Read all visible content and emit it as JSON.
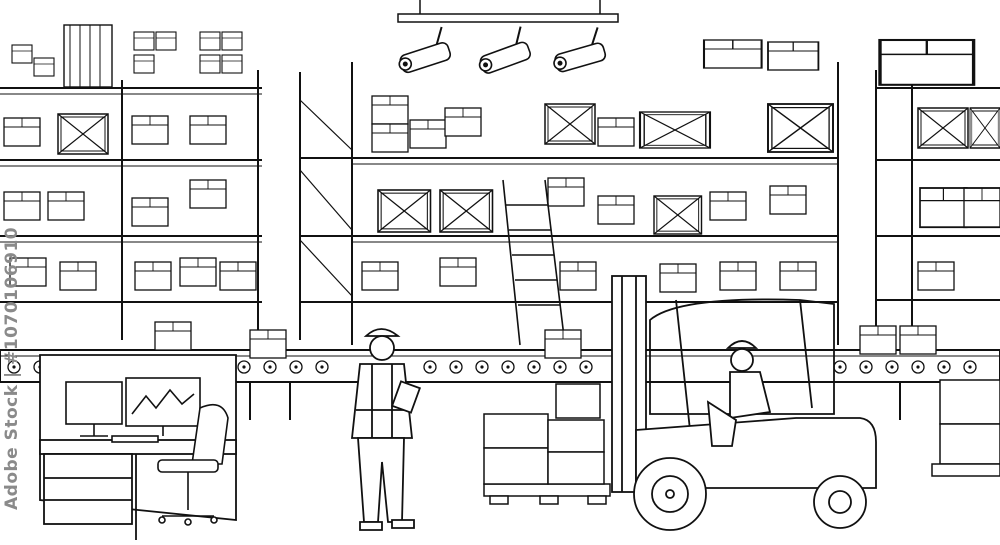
{
  "image": {
    "style": "black-and-white line art illustration",
    "colors": {
      "ink": "#111111",
      "paper": "#ffffff",
      "watermark": "#8a8a8a"
    }
  },
  "watermark": {
    "side_text": "Adobe Stock | #1070106910"
  },
  "scene": {
    "elements": [
      "security-camera-icon",
      "storage-racks",
      "wooden-crate-icon",
      "cardboard-box-icon",
      "roller-conveyor",
      "warehouse-worker-with-tablet",
      "forklift-with-driver",
      "pallet-with-boxes",
      "office-desk",
      "computer-monitor-icon",
      "office-chair-icon"
    ]
  }
}
